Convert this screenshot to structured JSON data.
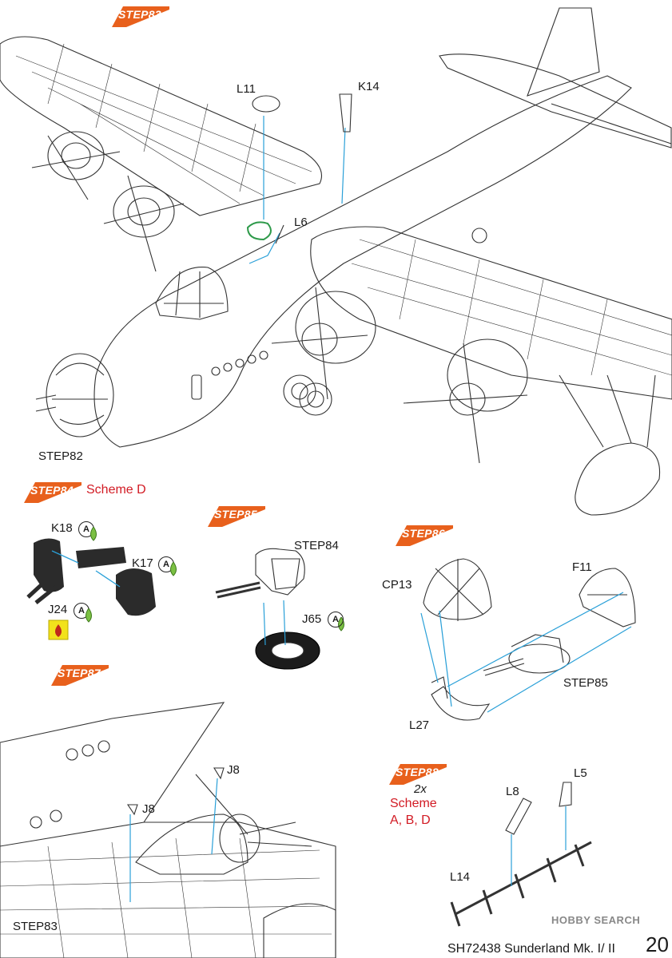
{
  "steps": {
    "s83": "STEP83",
    "s84": "STEP84",
    "s85": "STEP85",
    "s86": "STEP86",
    "s87": "STEP87",
    "s88": "STEP88"
  },
  "step84_scheme": "Scheme D",
  "step88_note": {
    "qty": "2x",
    "scheme_line1": "Scheme",
    "scheme_line2": "A, B, D"
  },
  "parts": {
    "L11": "L11",
    "K14": "K14",
    "L6": "L6",
    "K18": "K18",
    "K17": "K17",
    "J24": "J24",
    "J65": "J65",
    "CP13": "CP13",
    "F11": "F11",
    "L27": "L27",
    "J8a": "J8",
    "J8b": "J8",
    "L8": "L8",
    "L5": "L5",
    "L14": "L14"
  },
  "refs": {
    "step82": "STEP82",
    "step84_ref": "STEP84",
    "step85_ref": "STEP85",
    "step83_ref": "STEP83"
  },
  "badge_letter": "A",
  "footer": {
    "title": "SH72438 Sunderland Mk. I/ II",
    "page": "20"
  },
  "watermark": "HOBBY SEARCH",
  "colors": {
    "step_orange": "#e8601c",
    "red_text": "#d21b24",
    "callout_blue": "#2aa0d8",
    "green": "#2e9a4a",
    "yellow": "#f2e21c"
  }
}
